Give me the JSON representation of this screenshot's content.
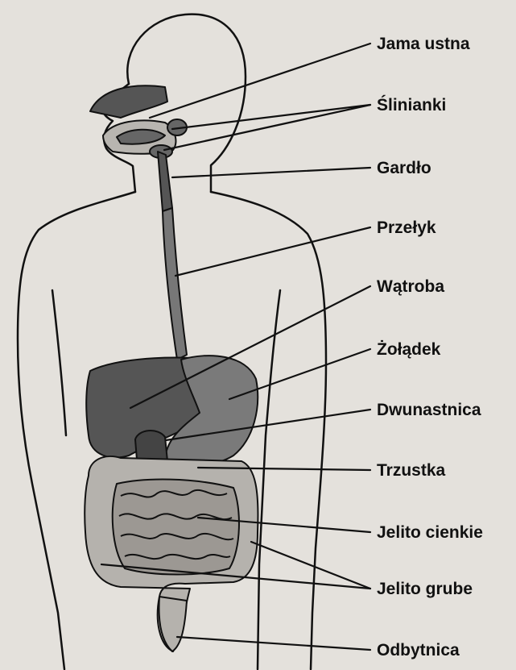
{
  "labels": [
    {
      "id": "jama-ustna",
      "text": "Jama ustna"
    },
    {
      "id": "slinianki",
      "text": "Ślinianki"
    },
    {
      "id": "gardlo",
      "text": "Gardło"
    },
    {
      "id": "przelyk",
      "text": "Przełyk"
    },
    {
      "id": "watroba",
      "text": "Wątroba"
    },
    {
      "id": "zoladek",
      "text": "Żołądek"
    },
    {
      "id": "dwunastnica",
      "text": "Dwunastnica"
    },
    {
      "id": "trzustka",
      "text": "Trzustka"
    },
    {
      "id": "jelito-cienkie",
      "text": "Jelito cienkie"
    },
    {
      "id": "jelito-grube",
      "text": "Jelito grube"
    },
    {
      "id": "odbytnica",
      "text": "Odbytnica"
    }
  ],
  "colors": {
    "background": "#e4e1dc",
    "outline": "#111111",
    "organ_dark": "#555555",
    "organ_mid": "#7a7a7a",
    "intestine": "#b5b2ad",
    "label": "#111111"
  }
}
